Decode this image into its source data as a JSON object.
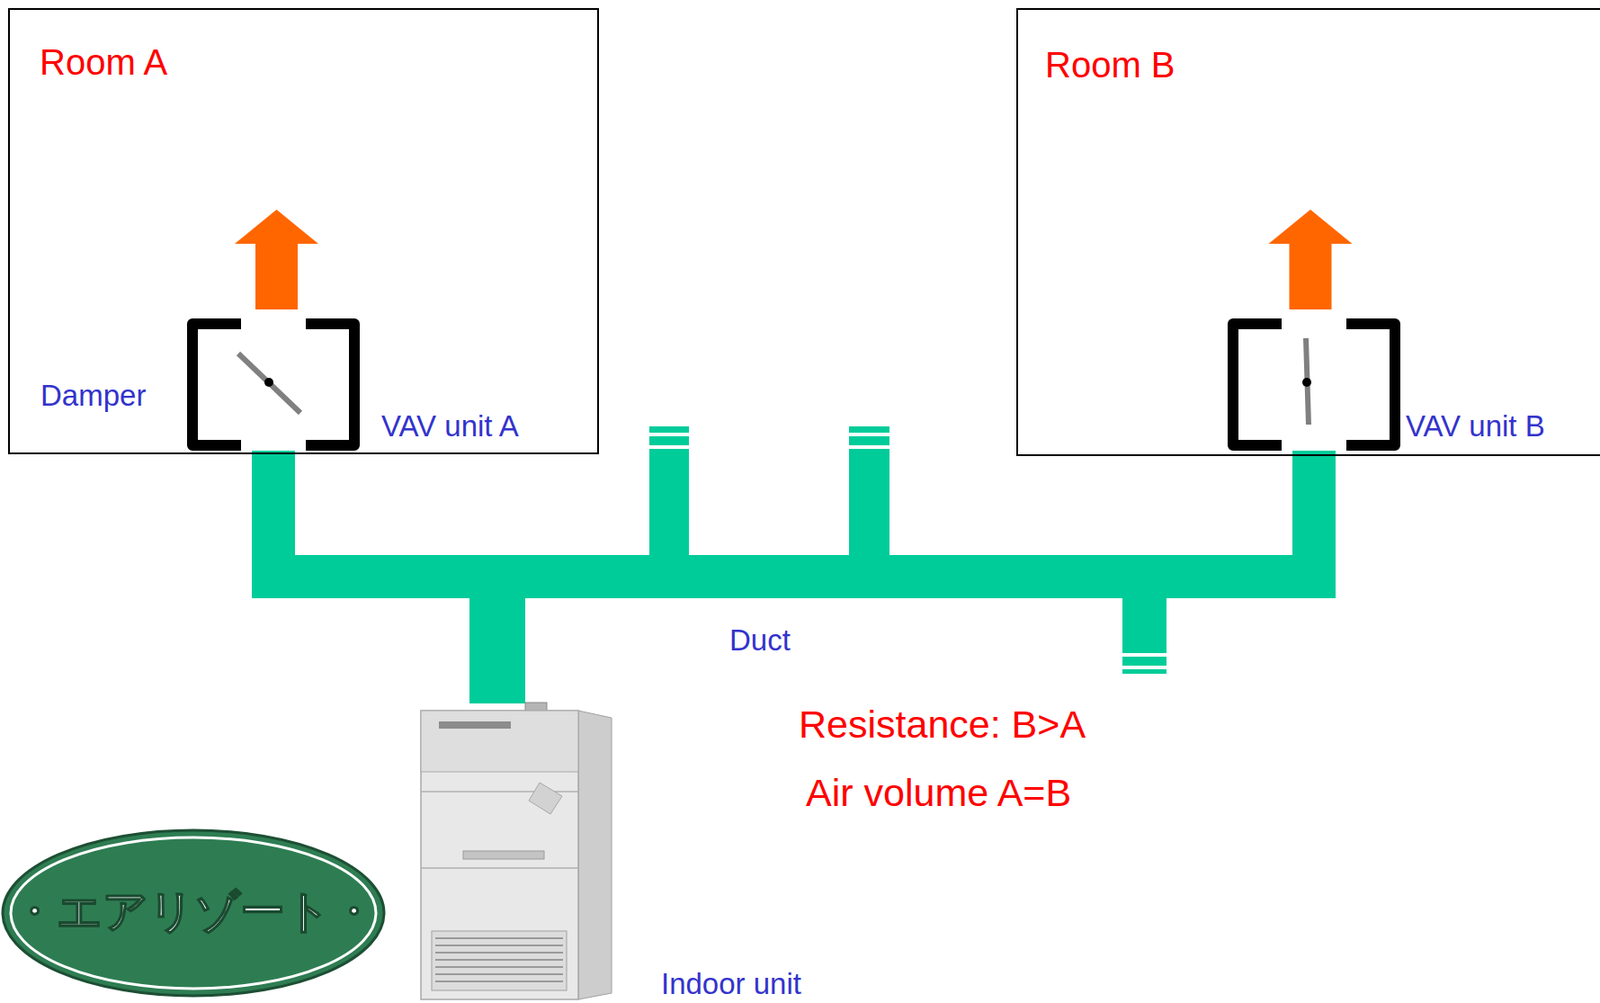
{
  "diagram": {
    "nodes": [
      {
        "text": [
          "Room A"
        ]
      },
      {
        "text": [
          "VAV unit A"
        ],
        "in": 0
      },
      {
        "text": [
          "Room B"
        ]
      },
      {
        "text": [
          "VAV unit B"
        ],
        "in": 2
      },
      {
        "text": [
          "Indoor unit"
        ]
      }
    ],
    "edges": [
      {
        "from": 4,
        "to": 1,
        "arrow": "none"
      },
      {
        "from": 4,
        "to": 3,
        "arrow": "none"
      }
    ],
    "labels": [
      "Damper",
      "Duct",
      "Resistance: B>A",
      "Air volume A=B",
      "・エアリゾート・"
    ]
  }
}
